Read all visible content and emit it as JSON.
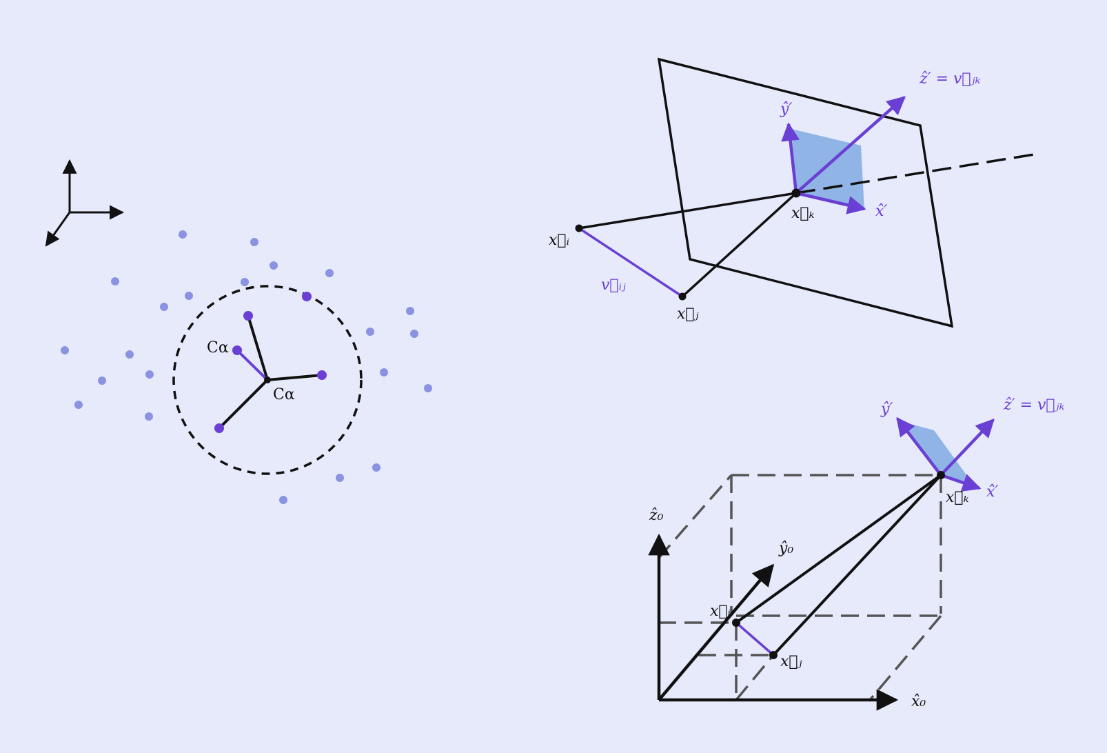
{
  "colors": {
    "background": "#e7eafb",
    "black": "#111111",
    "purple": "#6a3fd4",
    "dots": "#8a93e2",
    "atoms": "#6a3fd4",
    "plane_fill": "#86aee2",
    "dash_gray": "#555555"
  },
  "left_panel": {
    "ca_label_1": "Cα",
    "ca_label_2": "Cα"
  },
  "top_right": {
    "xi": "x⃗ᵢ",
    "xj": "x⃗ⱼ",
    "xk": "x⃗ₖ",
    "vij": "v⃗ᵢⱼ",
    "x_prime": "x̂′",
    "y_prime": "ŷ′",
    "z_prime": "ẑ′ = v⃗ⱼₖ"
  },
  "bottom_right": {
    "xi": "x⃗ᵢ",
    "xj": "x⃗ⱼ",
    "xk": "x⃗ₖ",
    "x0": "x̂₀",
    "y0": "ŷ₀",
    "z0": "ẑ₀",
    "x_prime": "x̂′",
    "y_prime": "ŷ′",
    "z_prime": "ẑ′ = v⃗ⱼₖ"
  }
}
